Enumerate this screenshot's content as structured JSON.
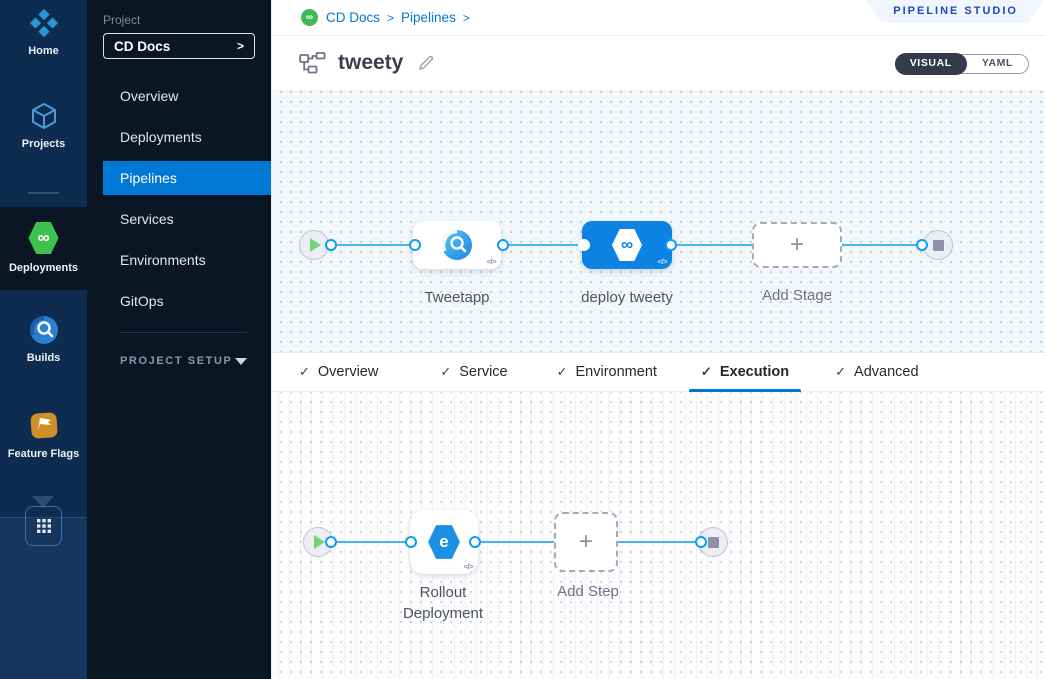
{
  "modulebar": {
    "items": [
      {
        "label": "Home"
      },
      {
        "label": "Projects"
      },
      {
        "label": "Deployments"
      },
      {
        "label": "Builds"
      },
      {
        "label": "Feature Flags"
      }
    ]
  },
  "sidebar": {
    "project_label": "Project",
    "project_name": "CD Docs",
    "project_arrow": ">",
    "items": [
      "Overview",
      "Deployments",
      "Pipelines",
      "Services",
      "Environments",
      "GitOps"
    ],
    "selected_item": "Pipelines",
    "setup_label": "PROJECT SETUP"
  },
  "header": {
    "breadcrumb": {
      "crumb1": "CD Docs",
      "crumb2": "Pipelines",
      "sep": ">"
    },
    "badge": "PIPELINE STUDIO",
    "title": "tweety",
    "toggle": {
      "visual": "VISUAL",
      "yaml": "YAML",
      "selected": "VISUAL"
    }
  },
  "tabs": {
    "check": "✓",
    "items": [
      {
        "label": "Overview",
        "active": false
      },
      {
        "label": "Service",
        "active": false
      },
      {
        "label": "Environment",
        "active": false
      },
      {
        "label": "Execution",
        "active": true
      },
      {
        "label": "Advanced",
        "active": false
      }
    ]
  },
  "stage_canvas": {
    "stages": [
      {
        "label": "Tweetapp",
        "type": "build"
      },
      {
        "label": "deploy tweety",
        "type": "deploy"
      }
    ],
    "add_label": "Add Stage",
    "plus": "+",
    "code_chip": "</>"
  },
  "step_canvas": {
    "steps": [
      {
        "label": "Rollout Deployment",
        "type": "rollout"
      }
    ],
    "add_label": "Add Step",
    "plus": "+",
    "code_chip": "</>"
  },
  "icons": {
    "infinity": "∞",
    "rollout_glyph": "e"
  },
  "colors": {
    "accent": "#0278d5",
    "connector": "#45b5ef",
    "node_blue": "#0c83e2",
    "cd_green": "#42b958",
    "sidebar_bg": "#0a1624",
    "modulebar_bg": "#0d2c4f"
  }
}
